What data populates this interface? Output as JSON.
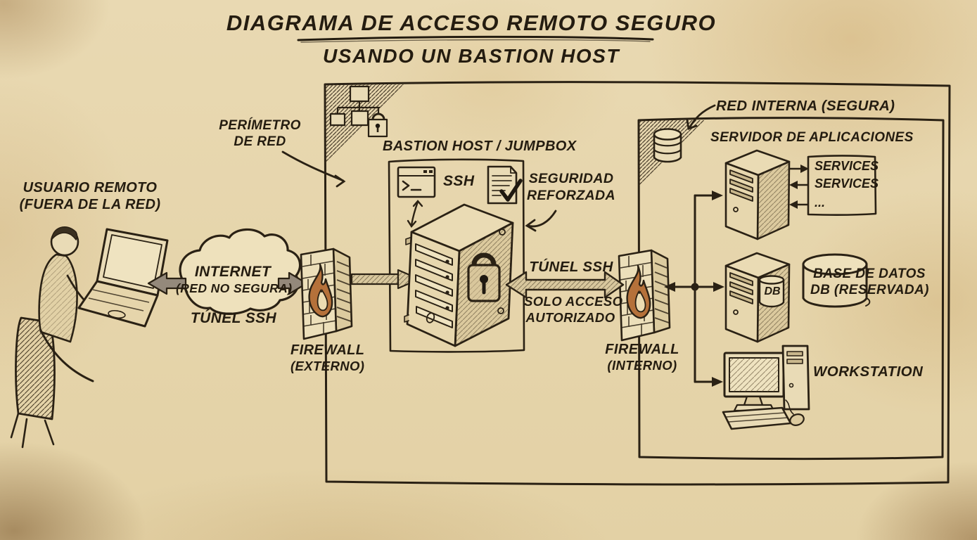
{
  "title": {
    "line1": "DIAGRAMA DE ACCESO REMOTO SEGURO",
    "line2": "USANDO UN BASTION HOST"
  },
  "perimeter": {
    "line1": "PERÍMETRO",
    "line2": "DE RED"
  },
  "remote_user": {
    "line1": "USUARIO REMOTO",
    "line2": "(FUERA DE LA RED)"
  },
  "internet": {
    "name": "INTERNET",
    "subtitle": "(RED NO SEGURA)",
    "tunnel_label": "TÚNEL SSH"
  },
  "firewall_external": {
    "line1": "FIREWALL",
    "line2": "(EXTERNO)"
  },
  "bastion": {
    "title": "BASTION HOST / JUMPBOX",
    "ssh_label": "SSH",
    "hardening_line1": "SEGURIDAD",
    "hardening_line2": "REFORZADA"
  },
  "tunnel": {
    "label": "TÚNEL SSH",
    "note_line1": "SOLO ACCESO",
    "note_line2": "AUTORIZADO"
  },
  "firewall_internal": {
    "line1": "FIREWALL",
    "line2": "(INTERNO)"
  },
  "internal_network": {
    "label": "RED INTERNA (SEGURA)",
    "app_server_label": "SERVIDOR DE APLICACIONES",
    "services": [
      "SERVICES",
      "SERVICES",
      "..."
    ],
    "db_tower_label": "DB",
    "database_line1": "BASE DE DATOS",
    "database_line2": "DB (RESERVADA)",
    "workstation_label": "WORKSTATION"
  },
  "colors": {
    "paper": "#e8d7ae",
    "ink": "#2a2114",
    "flame": "#b5713a"
  }
}
